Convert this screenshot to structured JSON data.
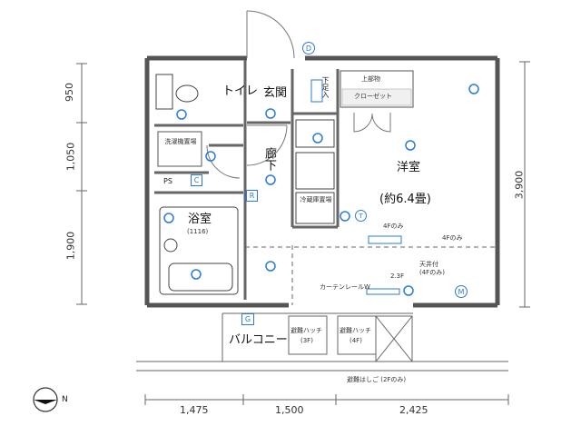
{
  "rooms": {
    "toilet": "トイレ",
    "entrance": "玄関",
    "shoe_box": "下足入",
    "hallway": "廊下",
    "bath": "浴室",
    "bath_size": "(1116)",
    "laundry": "洗濯機置場",
    "ps": "PS",
    "western": "洋室",
    "western_size": "(約6.4畳)",
    "closet_top": "上部物",
    "closet": "クローゼット",
    "storage": "冷蔵庫置場",
    "balcony": "バルコニー"
  },
  "annotations": {
    "note_4f_only": "4Fのみ",
    "note_4f_only_2": "4Fのみ",
    "ceiling": "天井付",
    "ceiling_4f": "(4Fのみ)",
    "floor_23f": "2.3F",
    "curtain_rail": "カーテンレールW",
    "hatch_3f_label": "避難ハッチ",
    "hatch_3f": "(3F)",
    "hatch_4f_label": "避難ハッチ",
    "hatch_4f": "(4F)",
    "evac_ladder": "避難はしご (2Fのみ)"
  },
  "markers": {
    "d1": "D",
    "c1": "C",
    "r1": "R",
    "g1": "G",
    "m1": "M",
    "t1": "T"
  },
  "dimensions": {
    "left": [
      "950",
      "1,050",
      "1,900"
    ],
    "right": "3,900",
    "bottom": [
      "1,475",
      "1,500",
      "2,425"
    ]
  },
  "compass": "N",
  "colors": {
    "wall": "#555555",
    "fixture": "#2b7bd6",
    "dash": "#666666"
  }
}
